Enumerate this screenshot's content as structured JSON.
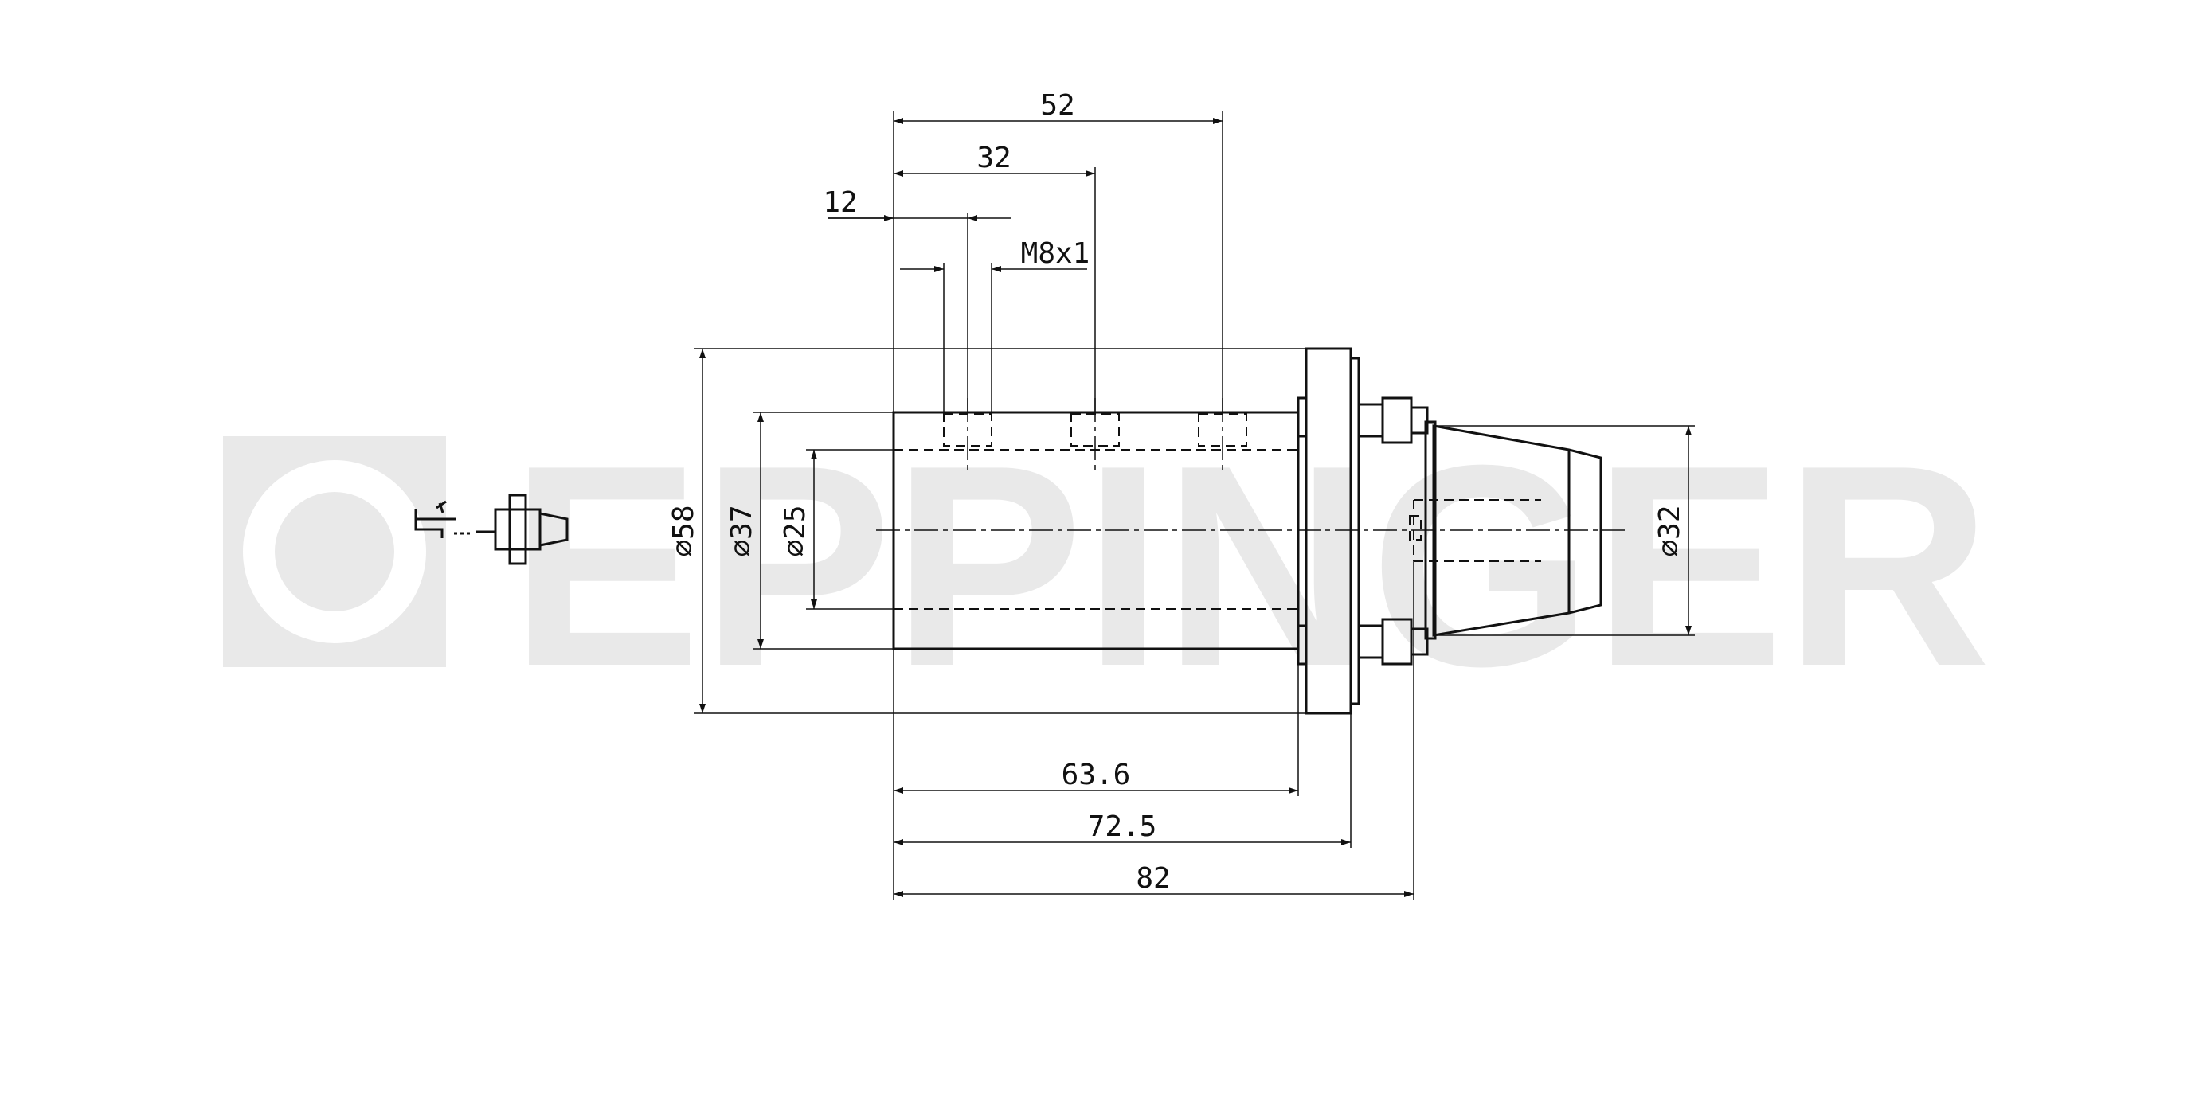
{
  "watermark": {
    "text": "EPPINGER",
    "color": "#e9e9e9"
  },
  "colors": {
    "line": "#111111",
    "background": "#ffffff"
  },
  "dimensions": {
    "len_52": "52",
    "len_32": "32",
    "len_12": "12",
    "thread": "M8x1",
    "dia_58": "⌀58",
    "dia_37": "⌀37",
    "dia_25": "⌀25",
    "dia_32": "⌀32",
    "len_63_6": "63.6",
    "len_72_5": "72.5",
    "len_82": "82"
  },
  "icons": [
    "coolant-tap-icon",
    "tool-holder-icon"
  ]
}
